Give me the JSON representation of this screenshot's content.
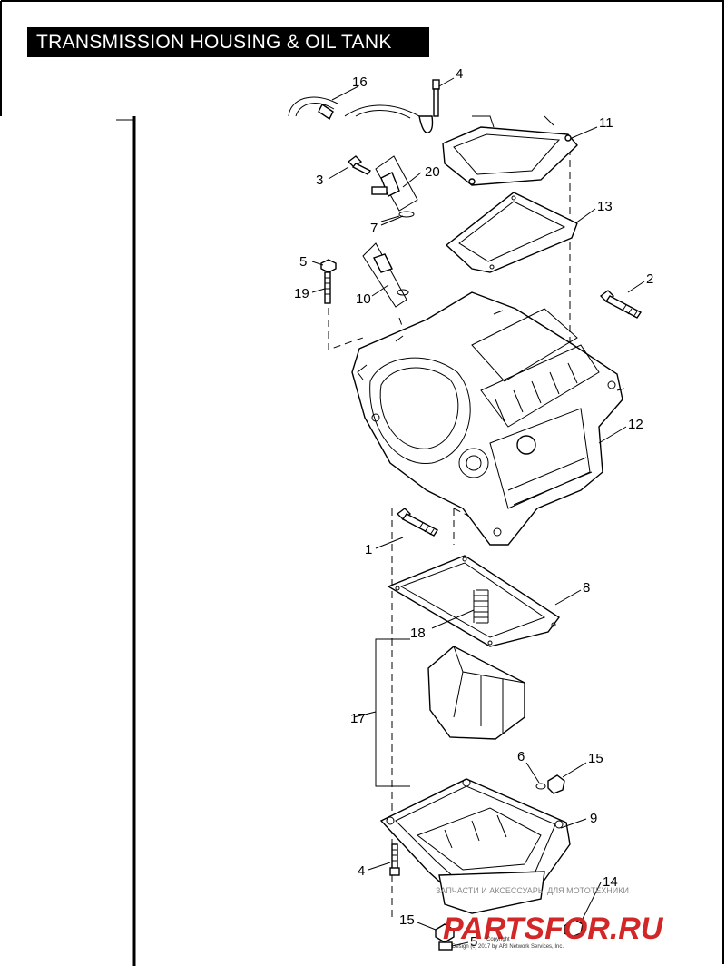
{
  "title": "TRANSMISSION HOUSING & OIL TANK",
  "callouts": {
    "c1": "1",
    "c2": "2",
    "c3": "3",
    "c4a": "4",
    "c4b": "4",
    "c5a": "5",
    "c5b": "5",
    "c6": "6",
    "c7": "7",
    "c8": "8",
    "c9": "9",
    "c10": "10",
    "c11": "11",
    "c12": "12",
    "c13": "13",
    "c14": "14",
    "c15a": "15",
    "c15b": "15",
    "c16": "16",
    "c17": "17",
    "c18": "18",
    "c19": "19",
    "c20": "20"
  },
  "watermark": {
    "caption": "ЗАПЧАСТИ И АКСЕССУАРЫ ДЛЯ МОТОТЕХНИКИ",
    "brand": "PARTSFOR.RU"
  },
  "copyright": {
    "line1": "Copyright",
    "line2": "Design (c) 2017 by ARI Network Services, Inc."
  },
  "colors": {
    "ink": "#000000",
    "paper": "#ffffff",
    "watermark_red": "#d32626"
  }
}
